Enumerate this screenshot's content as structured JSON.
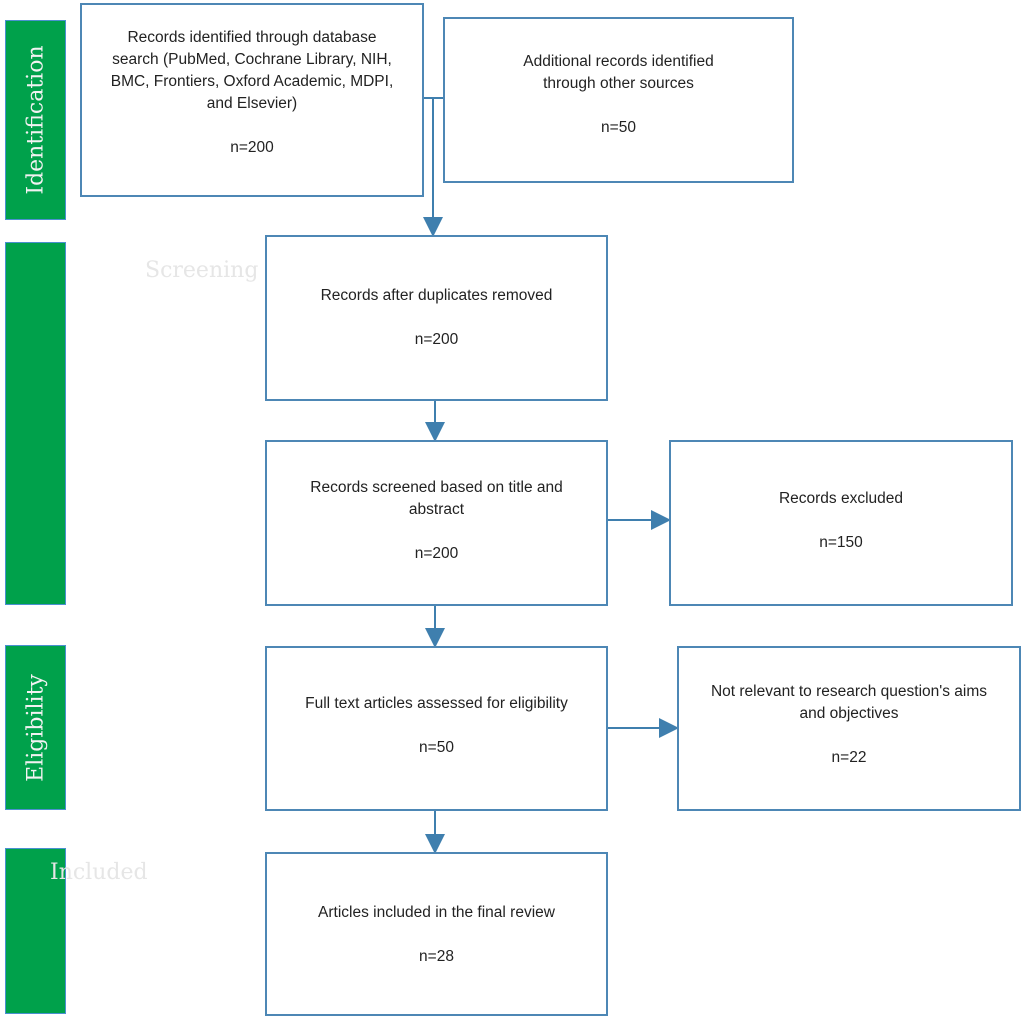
{
  "stages": {
    "identification": "Identification",
    "screening": "Screening",
    "eligibility": "Eligibility",
    "included": "Included"
  },
  "boxes": {
    "database": {
      "text": "Records identified through database search (PubMed, Cochrane Library, NIH, BMC, Frontiers, Oxford Academic, MDPI, and Elsevier)",
      "n": "n=200"
    },
    "other": {
      "text": "Additional records identified through other sources",
      "n": "n=50"
    },
    "duplicates": {
      "text": "Records after duplicates removed",
      "n": "n=200"
    },
    "screened": {
      "text": "Records screened based on title and abstract",
      "n": "n=200"
    },
    "excluded": {
      "text": "Records excluded",
      "n": "n=150"
    },
    "fulltext": {
      "text": "Full text articles assessed for eligibility",
      "n": "n=50"
    },
    "notrelevant": {
      "text": "Not relevant to research question's aims and objectives",
      "n": "n=22"
    },
    "included": {
      "text": "Articles included in the final review",
      "n": "n=28"
    }
  },
  "colors": {
    "stage": "#00a14b",
    "border": "#4d87b5",
    "arrow": "#3f7fae"
  }
}
